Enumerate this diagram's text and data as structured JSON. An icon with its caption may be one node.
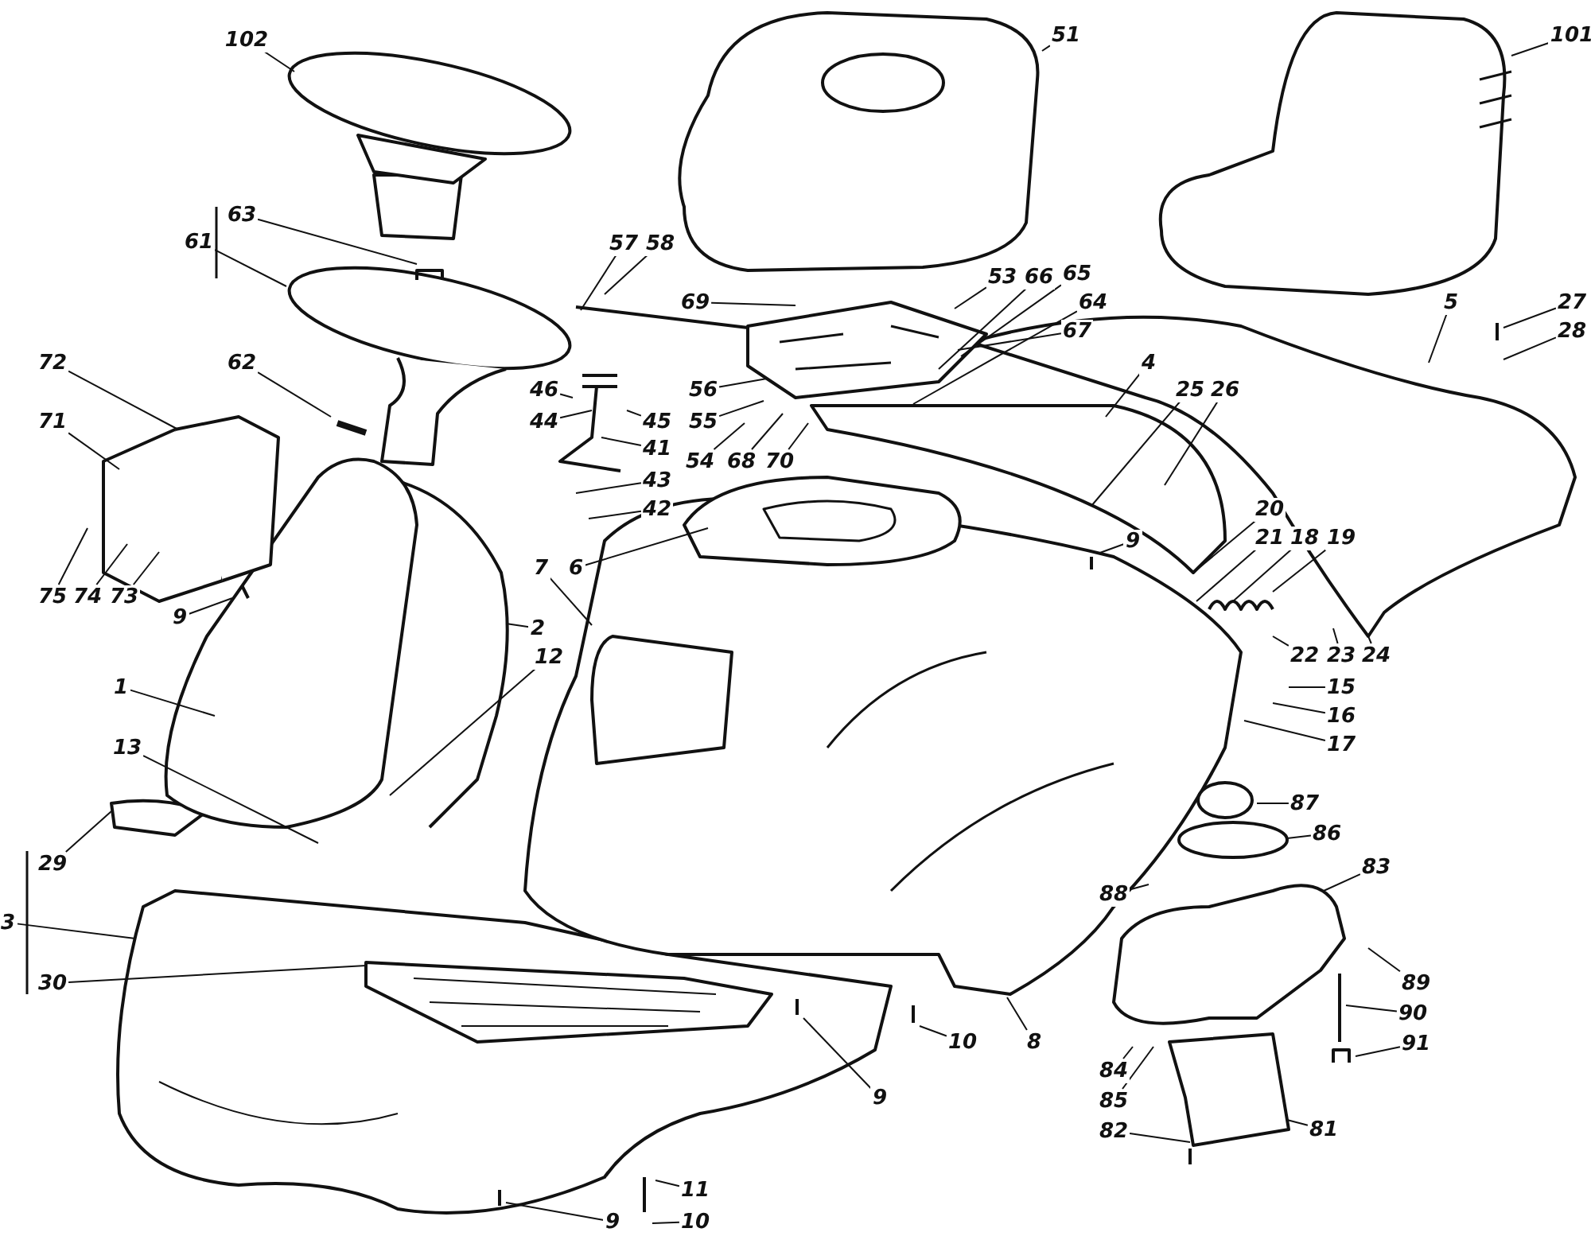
{
  "diagram": {
    "nodes": [
      {
        "text": [
          "102"
        ]
      },
      {
        "text": [
          "51"
        ]
      },
      {
        "text": [
          "101"
        ]
      },
      {
        "text": [
          "63"
        ]
      },
      {
        "text": [
          "61"
        ]
      },
      {
        "text": [
          "62"
        ]
      },
      {
        "text": [
          "72"
        ]
      },
      {
        "text": [
          "71"
        ]
      },
      {
        "text": [
          "57"
        ]
      },
      {
        "text": [
          "58"
        ]
      },
      {
        "text": [
          "69"
        ]
      },
      {
        "text": [
          "53"
        ]
      },
      {
        "text": [
          "66"
        ]
      },
      {
        "text": [
          "65"
        ]
      },
      {
        "text": [
          "64"
        ]
      },
      {
        "text": [
          "67"
        ]
      },
      {
        "text": [
          "4"
        ]
      },
      {
        "text": [
          "5"
        ]
      },
      {
        "text": [
          "27"
        ]
      },
      {
        "text": [
          "28"
        ]
      },
      {
        "text": [
          "46"
        ]
      },
      {
        "text": [
          "44"
        ]
      },
      {
        "text": [
          "45"
        ]
      },
      {
        "text": [
          "56"
        ]
      },
      {
        "text": [
          "55"
        ]
      },
      {
        "text": [
          "54"
        ]
      },
      {
        "text": [
          "68"
        ]
      },
      {
        "text": [
          "70"
        ]
      },
      {
        "text": [
          "41"
        ]
      },
      {
        "text": [
          "43"
        ]
      },
      {
        "text": [
          "42"
        ]
      },
      {
        "text": [
          "6"
        ]
      },
      {
        "text": [
          "7"
        ]
      },
      {
        "text": [
          "25"
        ]
      },
      {
        "text": [
          "26"
        ]
      },
      {
        "text": [
          "9"
        ]
      },
      {
        "text": [
          "20"
        ]
      },
      {
        "text": [
          "21"
        ]
      },
      {
        "text": [
          "18"
        ]
      },
      {
        "text": [
          "19"
        ]
      },
      {
        "text": [
          "22"
        ]
      },
      {
        "text": [
          "23"
        ]
      },
      {
        "text": [
          "24"
        ]
      },
      {
        "text": [
          "15"
        ]
      },
      {
        "text": [
          "16"
        ]
      },
      {
        "text": [
          "17"
        ]
      },
      {
        "text": [
          "12"
        ]
      },
      {
        "text": [
          "2"
        ]
      },
      {
        "text": [
          "1"
        ]
      },
      {
        "text": [
          "13"
        ]
      },
      {
        "text": [
          "29"
        ]
      },
      {
        "text": [
          "3"
        ]
      },
      {
        "text": [
          "30"
        ]
      },
      {
        "text": [
          "75"
        ]
      },
      {
        "text": [
          "74"
        ]
      },
      {
        "text": [
          "73"
        ]
      },
      {
        "text": [
          "9"
        ]
      },
      {
        "text": [
          "9"
        ]
      },
      {
        "text": [
          "11"
        ]
      },
      {
        "text": [
          "10"
        ]
      },
      {
        "text": [
          "10"
        ]
      },
      {
        "text": [
          "8"
        ]
      },
      {
        "text": [
          "9"
        ]
      },
      {
        "text": [
          "88"
        ]
      },
      {
        "text": [
          "87"
        ]
      },
      {
        "text": [
          "86"
        ]
      },
      {
        "text": [
          "83"
        ]
      },
      {
        "text": [
          "89"
        ]
      },
      {
        "text": [
          "90"
        ]
      },
      {
        "text": [
          "91"
        ]
      },
      {
        "text": [
          "84"
        ]
      },
      {
        "text": [
          "85"
        ]
      },
      {
        "text": [
          "82"
        ]
      },
      {
        "text": [
          "81"
        ]
      }
    ],
    "edges": [
      {
        "from": 0,
        "to": null,
        "arrow": "none"
      },
      {
        "from": 1,
        "to": null,
        "arrow": "none"
      },
      {
        "from": 2,
        "to": null,
        "arrow": "none"
      },
      {
        "from": 3,
        "to": null,
        "arrow": "none"
      },
      {
        "from": 4,
        "to": null,
        "arrow": "none"
      },
      {
        "from": 5,
        "to": null,
        "arrow": "none"
      },
      {
        "from": 6,
        "to": null,
        "arrow": "none"
      },
      {
        "from": 7,
        "to": null,
        "arrow": "none"
      },
      {
        "from": 8,
        "to": null,
        "arrow": "none"
      },
      {
        "from": 9,
        "to": null,
        "arrow": "none"
      },
      {
        "from": 10,
        "to": null,
        "arrow": "none"
      },
      {
        "from": 11,
        "to": null,
        "arrow": "none"
      },
      {
        "from": 12,
        "to": null,
        "arrow": "none"
      },
      {
        "from": 13,
        "to": null,
        "arrow": "none"
      },
      {
        "from": 14,
        "to": null,
        "arrow": "none"
      },
      {
        "from": 15,
        "to": null,
        "arrow": "none"
      },
      {
        "from": 16,
        "to": null,
        "arrow": "none"
      },
      {
        "from": 17,
        "to": null,
        "arrow": "none"
      },
      {
        "from": 18,
        "to": null,
        "arrow": "none"
      },
      {
        "from": 19,
        "to": null,
        "arrow": "none"
      },
      {
        "from": 20,
        "to": null,
        "arrow": "none"
      },
      {
        "from": 21,
        "to": null,
        "arrow": "none"
      },
      {
        "from": 22,
        "to": null,
        "arrow": "none"
      },
      {
        "from": 23,
        "to": null,
        "arrow": "none"
      },
      {
        "from": 24,
        "to": null,
        "arrow": "none"
      },
      {
        "from": 25,
        "to": null,
        "arrow": "none"
      },
      {
        "from": 26,
        "to": null,
        "arrow": "none"
      },
      {
        "from": 27,
        "to": null,
        "arrow": "none"
      },
      {
        "from": 28,
        "to": null,
        "arrow": "none"
      },
      {
        "from": 29,
        "to": null,
        "arrow": "none"
      },
      {
        "from": 30,
        "to": null,
        "arrow": "none"
      },
      {
        "from": 31,
        "to": null,
        "arrow": "none"
      },
      {
        "from": 32,
        "to": null,
        "arrow": "none"
      },
      {
        "from": 33,
        "to": null,
        "arrow": "none"
      },
      {
        "from": 34,
        "to": null,
        "arrow": "none"
      },
      {
        "from": 35,
        "to": null,
        "arrow": "none"
      },
      {
        "from": 36,
        "to": null,
        "arrow": "none"
      },
      {
        "from": 37,
        "to": null,
        "arrow": "none"
      },
      {
        "from": 38,
        "to": null,
        "arrow": "none"
      },
      {
        "from": 39,
        "to": null,
        "arrow": "none"
      },
      {
        "from": 40,
        "to": null,
        "arrow": "none"
      },
      {
        "from": 41,
        "to": null,
        "arrow": "none"
      },
      {
        "from": 42,
        "to": null,
        "arrow": "none"
      },
      {
        "from": 43,
        "to": null,
        "arrow": "none"
      },
      {
        "from": 44,
        "to": null,
        "arrow": "none"
      },
      {
        "from": 45,
        "to": null,
        "arrow": "none"
      },
      {
        "from": 46,
        "to": null,
        "arrow": "none"
      },
      {
        "from": 47,
        "to": null,
        "arrow": "none"
      },
      {
        "from": 48,
        "to": null,
        "arrow": "none"
      },
      {
        "from": 49,
        "to": null,
        "arrow": "none"
      },
      {
        "from": 50,
        "to": null,
        "arrow": "none"
      },
      {
        "from": 51,
        "to": null,
        "arrow": "none"
      },
      {
        "from": 52,
        "to": null,
        "arrow": "none"
      },
      {
        "from": 53,
        "to": null,
        "arrow": "none"
      },
      {
        "from": 54,
        "to": null,
        "arrow": "none"
      },
      {
        "from": 55,
        "to": null,
        "arrow": "none"
      },
      {
        "from": 56,
        "to": null,
        "arrow": "none"
      },
      {
        "from": 57,
        "to": null,
        "arrow": "none"
      },
      {
        "from": 58,
        "to": null,
        "arrow": "none"
      },
      {
        "from": 59,
        "to": null,
        "arrow": "none"
      },
      {
        "from": 60,
        "to": null,
        "arrow": "none"
      },
      {
        "from": 61,
        "to": null,
        "arrow": "none"
      },
      {
        "from": 62,
        "to": null,
        "arrow": "none"
      },
      {
        "from": 63,
        "to": null,
        "arrow": "none"
      },
      {
        "from": 64,
        "to": null,
        "arrow": "none"
      },
      {
        "from": 65,
        "to": null,
        "arrow": "none"
      },
      {
        "from": 66,
        "to": null,
        "arrow": "none"
      },
      {
        "from": 67,
        "to": null,
        "arrow": "none"
      },
      {
        "from": 68,
        "to": null,
        "arrow": "none"
      },
      {
        "from": 69,
        "to": null,
        "arrow": "none"
      },
      {
        "from": 70,
        "to": null,
        "arrow": "none"
      },
      {
        "from": 71,
        "to": null,
        "arrow": "none"
      },
      {
        "from": 72,
        "to": null,
        "arrow": "none"
      },
      {
        "from": 73,
        "to": null,
        "arrow": "none"
      }
    ]
  }
}
